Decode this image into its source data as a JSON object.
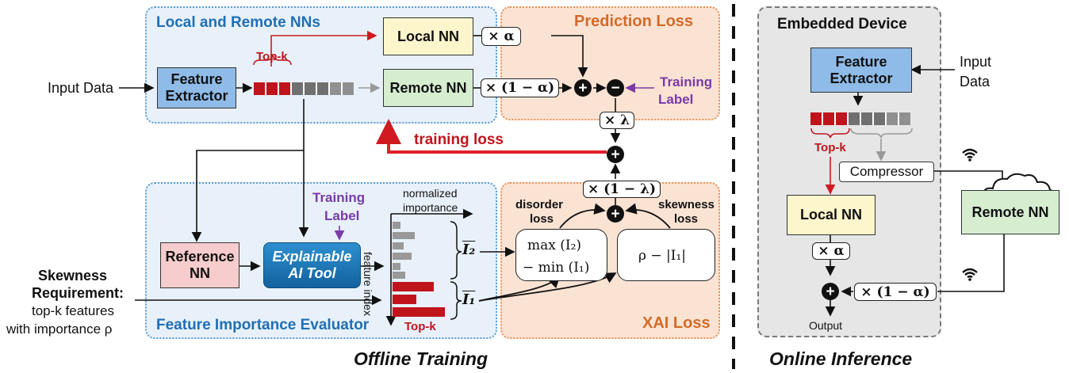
{
  "regions": {
    "local_remote": "Local and Remote NNs",
    "prediction_loss": "Prediction Loss",
    "feature_importance": "Feature Importance Evaluator",
    "xai_loss": "XAI Loss",
    "embedded_device": "Embedded Device"
  },
  "blocks": {
    "feature_extractor": "Feature Extractor",
    "local_nn": "Local NN",
    "remote_nn": "Remote NN",
    "reference_nn": "Reference NN",
    "xai_tool": "Explainable AI Tool",
    "compressor": "Compressor"
  },
  "multipliers": {
    "alpha": "× α",
    "one_minus_alpha": "× (1 − α)",
    "lambda": "× λ",
    "one_minus_lambda": "× (1 − λ)"
  },
  "formulas": {
    "disorder_line1": "max (I₂)",
    "disorder_line2": "− min (I₁)",
    "skewness": "ρ − |I₁|"
  },
  "labels": {
    "input_data": "Input Data",
    "input": "Input",
    "data": "Data",
    "top_k": "Top-k",
    "training_label_line1": "Training",
    "training_label_line2": "Label",
    "training_loss": "training loss",
    "normalized_line1": "normalized",
    "normalized_line2": "importance",
    "feature_index": "feature index",
    "i2": "I₂",
    "i1": "I₁",
    "disorder_line1": "disorder",
    "disorder_line2": "loss",
    "skewness_line1": "skewness",
    "skewness_line2": "loss",
    "skew_req_line1": "Skewness",
    "skew_req_line2": "Requirement:",
    "skew_req_line3": "top-k features",
    "skew_req_line4": "with importance ρ",
    "output": "Output"
  },
  "captions": {
    "offline": "Offline Training",
    "online": "Online Inference"
  },
  "icons": [
    "wifi-icon",
    "cloud-icon",
    "plus-icon",
    "minus-icon"
  ],
  "colors": {
    "top_k_red": "#c0141c",
    "feature_gray": "#7f7f7f",
    "training_label_purple": "#7a3aa8",
    "region_blue": "#1f6fb5",
    "region_orange": "#d46a28"
  }
}
